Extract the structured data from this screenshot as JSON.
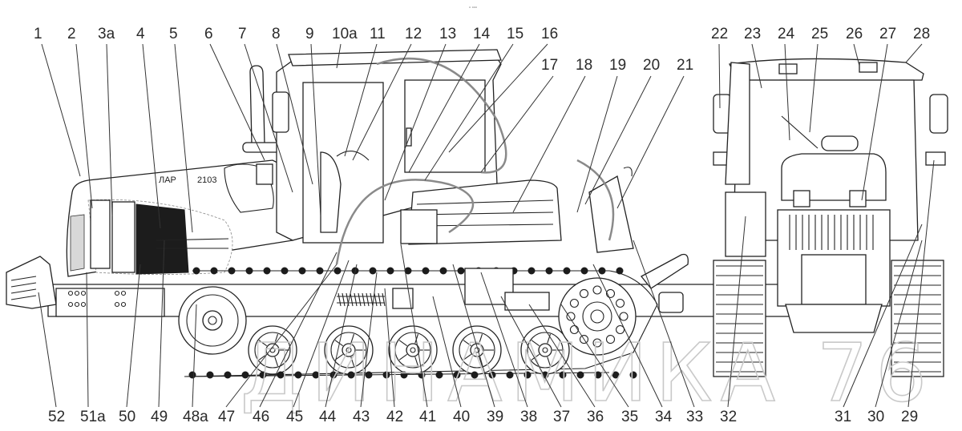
{
  "figure": {
    "title": "Crawler tractor general view — side and front",
    "header_mark": "▫ ▫▫▫",
    "hood_brand": "ЛАР",
    "hood_model": "2103",
    "watermark": "ДИНАМИКА 76"
  },
  "colors": {
    "line": "#222222",
    "label": "#2a2a2a",
    "background": "#ffffff",
    "watermark": "#c9c9c9"
  },
  "callouts_top_side_view": [
    "1",
    "2",
    "3а",
    "4",
    "5",
    "6",
    "7",
    "8",
    "9",
    "10а",
    "11",
    "12",
    "13",
    "14",
    "15",
    "16"
  ],
  "callouts_mid_side_view": [
    "17",
    "18",
    "19",
    "20",
    "21"
  ],
  "callouts_top_front_view": [
    "22",
    "23",
    "24",
    "25",
    "26",
    "27",
    "28"
  ],
  "callouts_bottom": [
    "52",
    "51а",
    "50",
    "49",
    "48а",
    "47",
    "46",
    "45",
    "44",
    "43",
    "42",
    "41",
    "40",
    "39",
    "38",
    "37",
    "36",
    "35",
    "34",
    "33",
    "32",
    "31",
    "30",
    "29"
  ]
}
